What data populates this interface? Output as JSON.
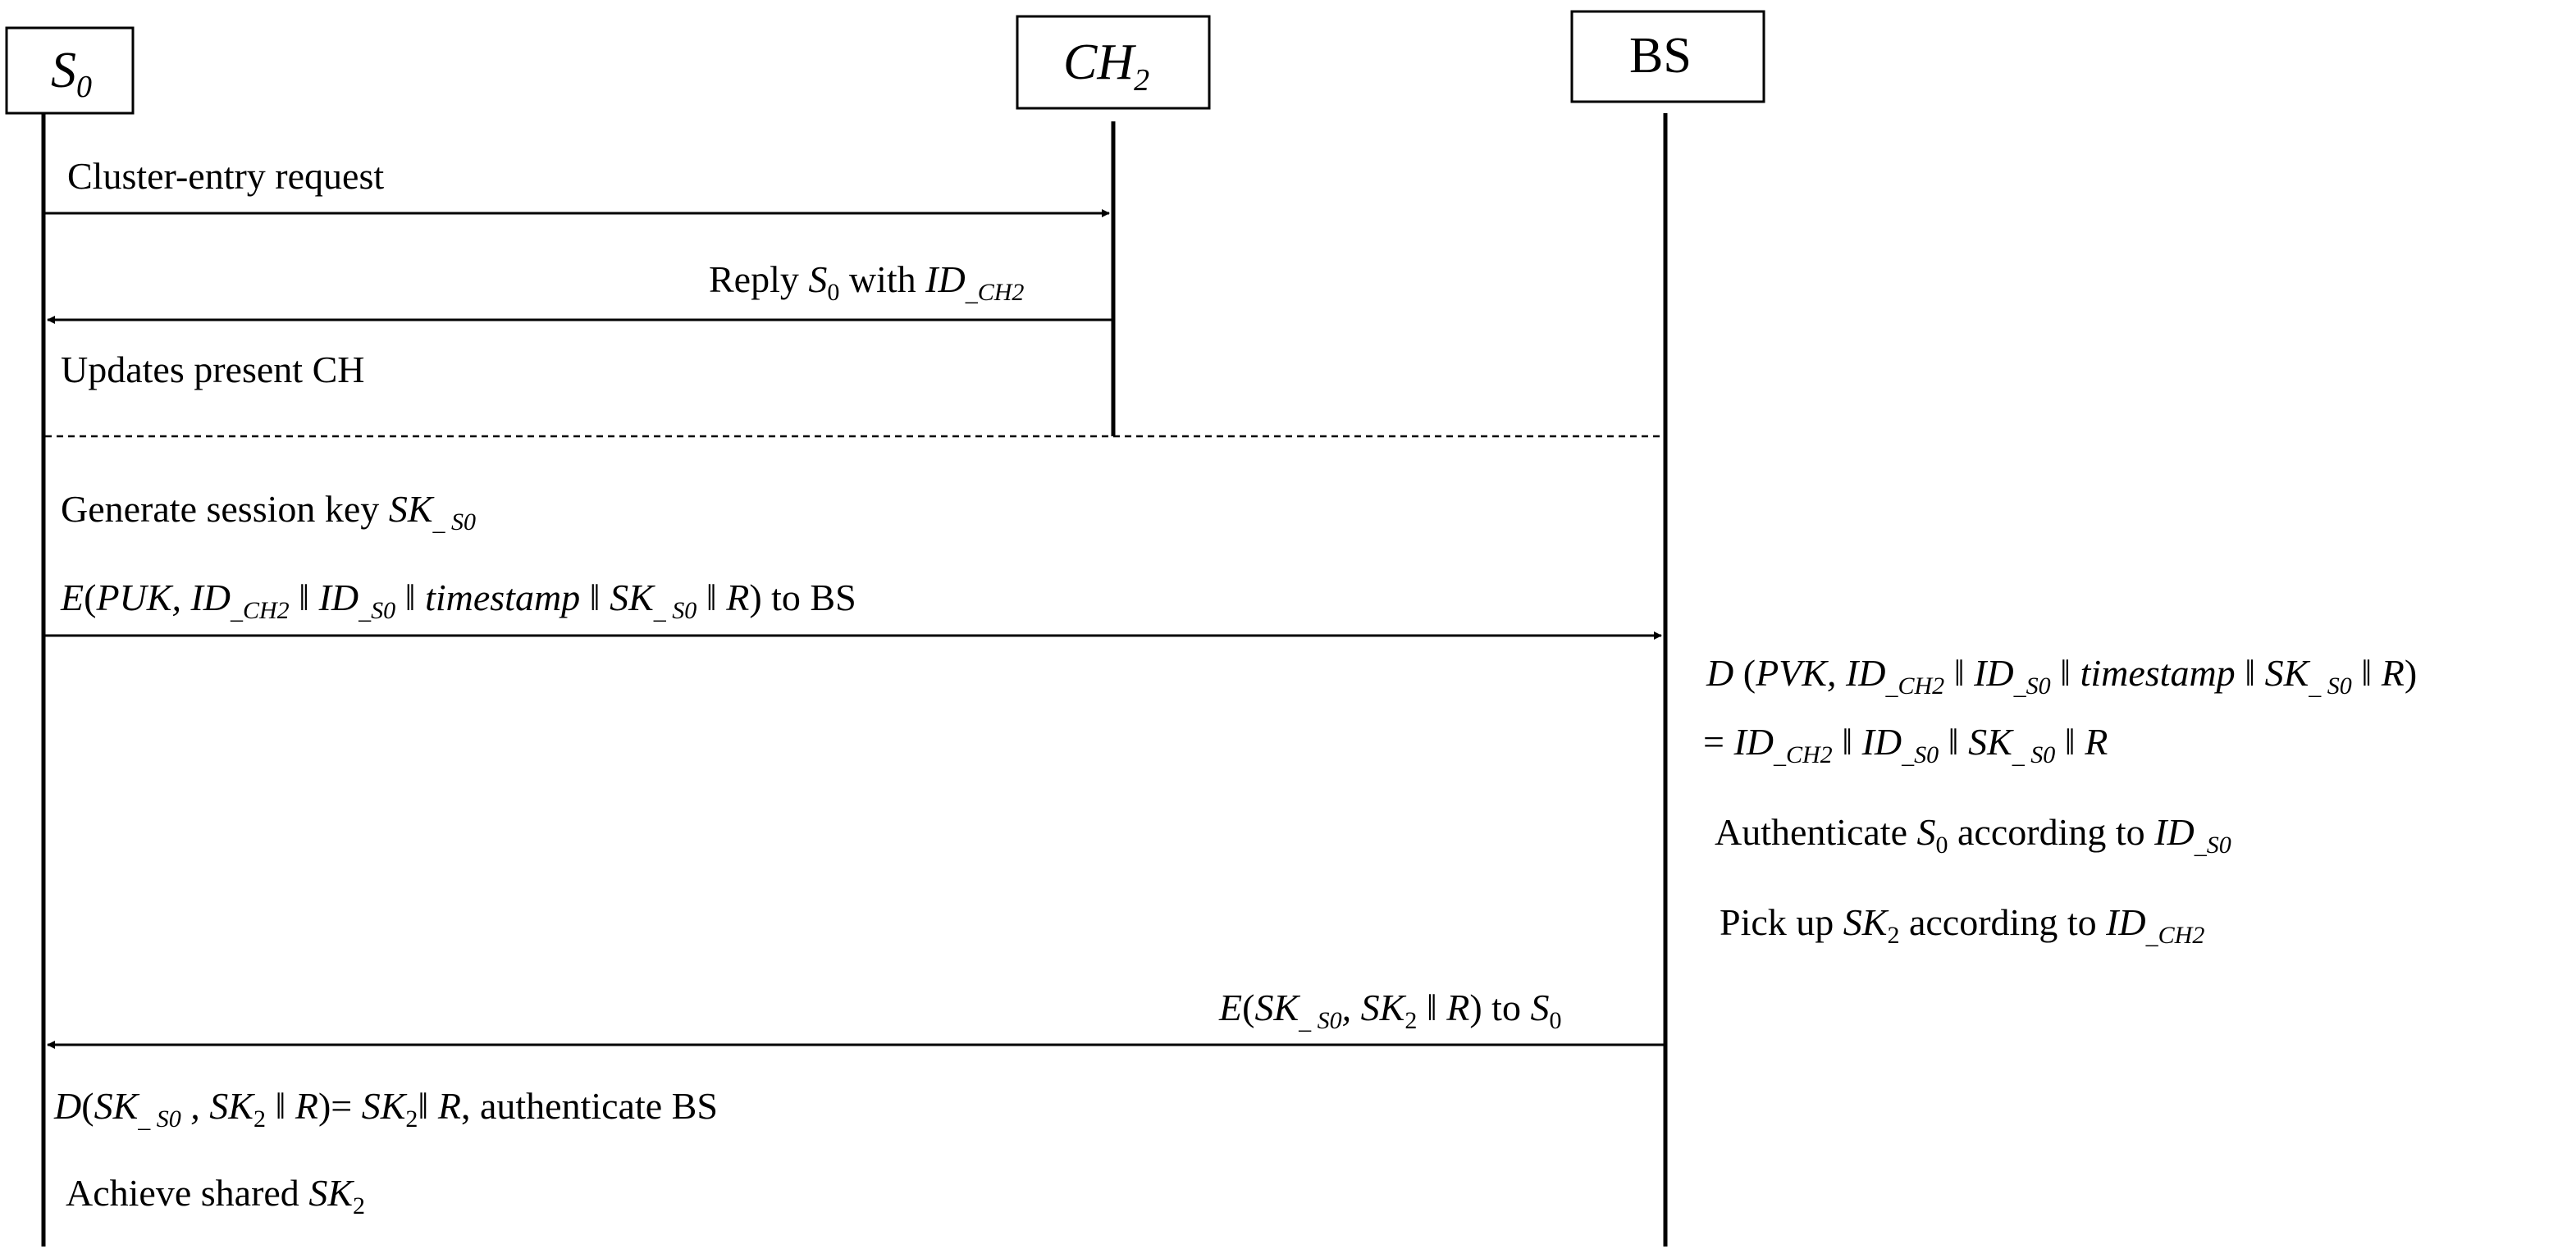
{
  "participants": {
    "s0": {
      "base": "S",
      "sub": "0"
    },
    "ch2": {
      "base": "CH",
      "sub": "2"
    },
    "bs": {
      "label": "BS"
    }
  },
  "messages": {
    "cluster_entry": "Cluster-entry request",
    "reply": {
      "pre": "Reply ",
      "s": "S",
      "s_sub": "0",
      "mid": " with ",
      "id": "ID",
      "id_sub": "_CH2"
    },
    "updates": "Updates present CH",
    "gen_key": {
      "pre": "Generate session key ",
      "sk": "SK",
      "sk_sub": "_ S0"
    },
    "encrypt": {
      "e": "E",
      "open": "(",
      "puk": "PUK, ",
      "id1": "ID",
      "id1_sub": "_CH2",
      "sep1": " ‖ ",
      "id2": "ID",
      "id2_sub": "_S0",
      "sep2": " ‖ ",
      "ts": "timestamp",
      "sep3": " ‖ ",
      "sk": "SK",
      "sk_sub": "_ S0",
      "sep4": " ‖ ",
      "r": "R",
      "close": ") to BS"
    },
    "decrypt": {
      "d": "D",
      "open": " (",
      "pvk": "PVK, ",
      "id1": "ID",
      "id1_sub": "_CH2",
      "sep1": " ‖ ",
      "id2": "ID",
      "id2_sub": "_S0",
      "sep2": " ‖ ",
      "ts": "timestamp",
      "sep3": " ‖ ",
      "sk": "SK",
      "sk_sub": "_ S0",
      "sep4": " ‖ ",
      "r": "R",
      "close": ")"
    },
    "decrypt_result": {
      "eq": "= ",
      "id1": "ID",
      "id1_sub": "_CH2",
      "sep1": " ‖ ",
      "id2": "ID",
      "id2_sub": "_S0",
      "sep2": " ‖ ",
      "sk": "SK",
      "sk_sub": "_ S0",
      "sep3": " ‖ ",
      "r": "R"
    },
    "authenticate": {
      "pre": "Authenticate ",
      "s": "S",
      "s_sub": "0",
      "mid": " according to ",
      "id": "ID",
      "id_sub": "_S0"
    },
    "pickup": {
      "pre": "Pick up ",
      "sk": "SK",
      "sk_sub": "2",
      "mid": " according to ",
      "id": "ID",
      "id_sub": "_CH2"
    },
    "reply_bs": {
      "e": "E",
      "open": "(",
      "sk": "SK",
      "sk_sub": "_ S0",
      "comma": ", ",
      "sk2": "SK",
      "sk2_sub": "2",
      "sep": " ‖ ",
      "r": "R",
      "close": ") to ",
      "s": "S",
      "s_sub": "0"
    },
    "final_decrypt": {
      "d": "D",
      "open": "(",
      "sk": "SK",
      "sk_sub": "_ S0",
      "comma": " , ",
      "sk2": "SK",
      "sk2_sub": "2",
      "sep": " ‖ ",
      "r": "R",
      "eq": ")= ",
      "sk3": "SK",
      "sk3_sub": "2",
      "sep2": "‖ ",
      "r2": "R",
      "tail": ", authenticate BS"
    },
    "achieve": {
      "pre": "Achieve shared ",
      "sk": "SK",
      "sk_sub": "2"
    }
  }
}
